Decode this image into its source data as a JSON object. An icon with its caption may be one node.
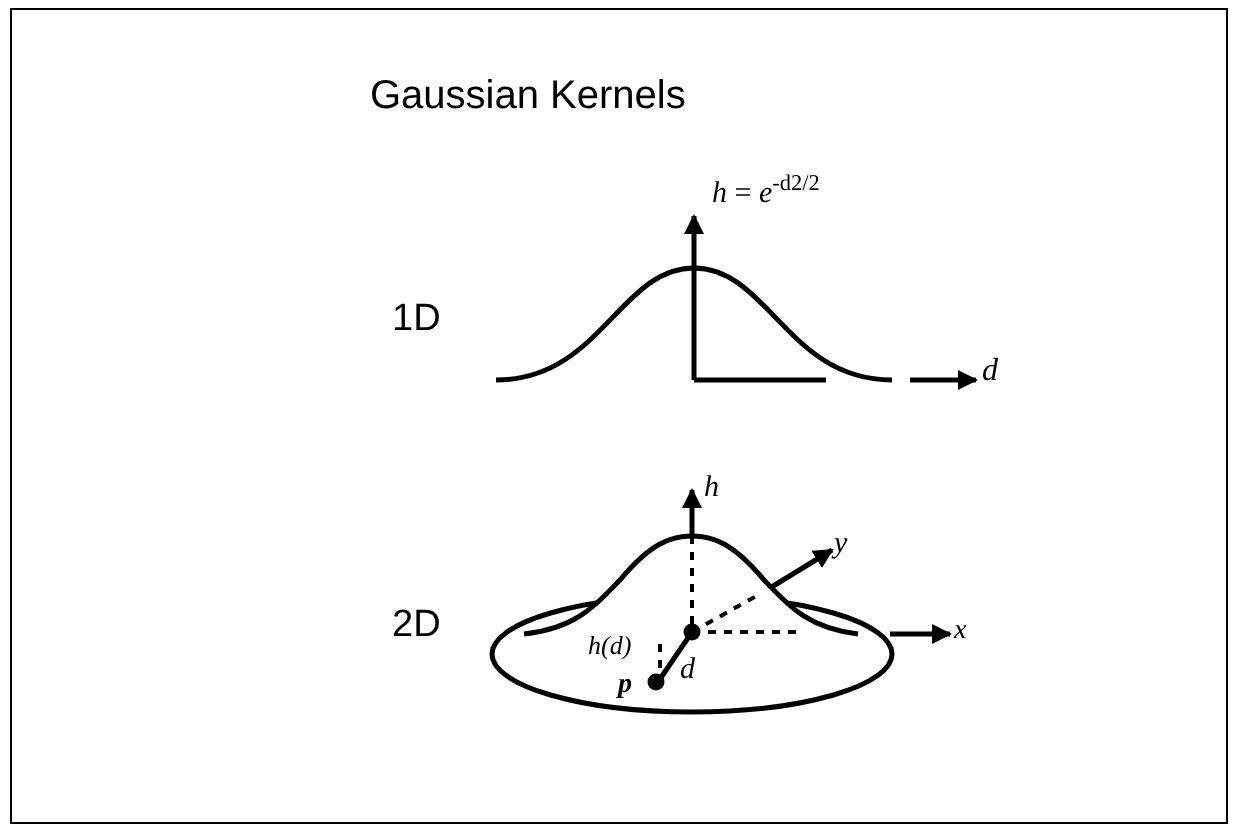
{
  "diagram": {
    "title": "Gaussian Kernels",
    "labels": [
      "1D",
      "*h* = *e*$^{-d2/2}$",
      "*d*",
      "2D",
      "*h*",
      "*y*",
      "*x*",
      "*h(d)*",
      "*d*",
      "p"
    ]
  }
}
